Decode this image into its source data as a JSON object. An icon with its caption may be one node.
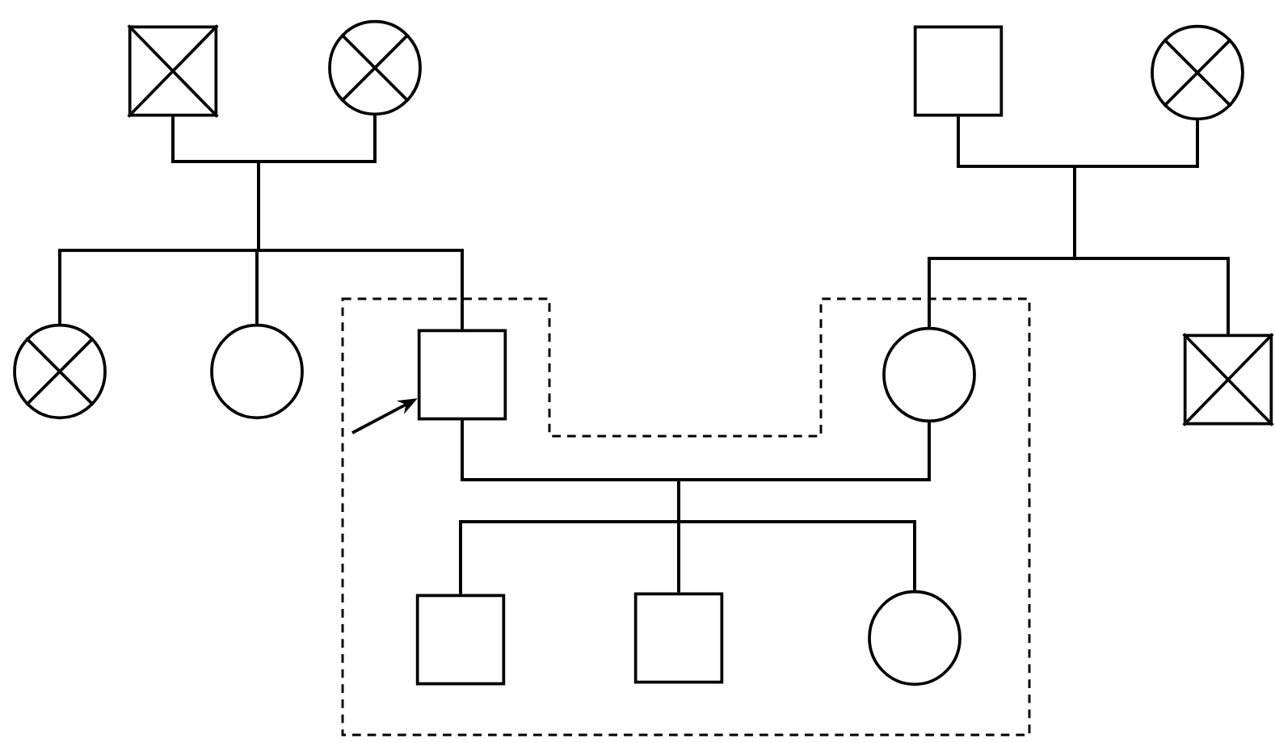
{
  "diagram": {
    "nodes": [
      {
        "text": [],
        "shape": "box"
      },
      {
        "text": [],
        "shape": "circle"
      },
      {
        "text": [],
        "shape": "box"
      },
      {
        "text": [],
        "shape": "circle"
      },
      {
        "text": [],
        "shape": "circle"
      },
      {
        "text": [],
        "shape": "circle"
      },
      {
        "text": [],
        "shape": "box"
      },
      {
        "text": [],
        "shape": "circle"
      },
      {
        "text": [],
        "shape": "box"
      },
      {
        "text": [],
        "shape": "box"
      },
      {
        "text": [],
        "shape": "box"
      },
      {
        "text": [],
        "shape": "circle"
      }
    ],
    "edges": [
      {
        "from": 0,
        "to": 4,
        "arrow": "none"
      },
      {
        "from": 0,
        "to": 5,
        "arrow": "none"
      },
      {
        "from": 0,
        "to": 6,
        "arrow": "none"
      },
      {
        "from": 1,
        "to": 4,
        "arrow": "none"
      },
      {
        "from": 1,
        "to": 5,
        "arrow": "none"
      },
      {
        "from": 1,
        "to": 6,
        "arrow": "none"
      },
      {
        "from": 2,
        "to": 7,
        "arrow": "none"
      },
      {
        "from": 2,
        "to": 8,
        "arrow": "none"
      },
      {
        "from": 3,
        "to": 7,
        "arrow": "none"
      },
      {
        "from": 3,
        "to": 8,
        "arrow": "none"
      },
      {
        "from": 6,
        "to": 9,
        "arrow": "none"
      },
      {
        "from": 6,
        "to": 10,
        "arrow": "none"
      },
      {
        "from": 6,
        "to": 11,
        "arrow": "none"
      },
      {
        "from": 7,
        "to": 9,
        "arrow": "none"
      },
      {
        "from": 7,
        "to": 10,
        "arrow": "none"
      },
      {
        "from": 7,
        "to": 11,
        "arrow": "none"
      },
      {
        "from": null,
        "to": 6,
        "arrow": "to"
      }
    ]
  }
}
